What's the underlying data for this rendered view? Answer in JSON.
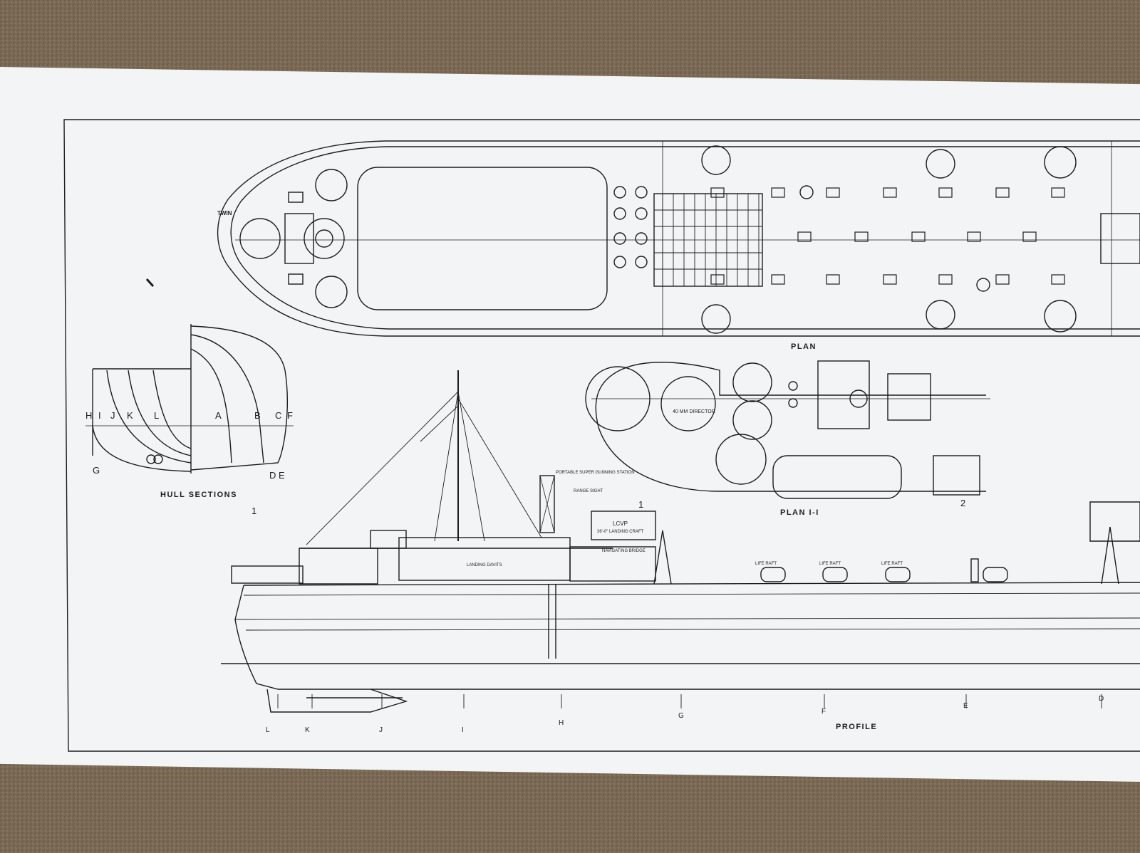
{
  "drawing": {
    "plan_title": "PLAN",
    "plan1_title": "PLAN I-I",
    "hull_sections_title": "HULL SECTIONS",
    "profile_title": "PROFILE",
    "bow_label": "TWIN",
    "director_label": "40 MM DIRECTOR",
    "lcvp_label": "LCVP",
    "lcvp_sub": "36'-0\" LANDING CRAFT",
    "nav_bridge": "NAVIGATING BRIDGE",
    "super_gunning": "PORTABLE SUPER GUNNING STATION",
    "range_sight": "RANGE SIGHT",
    "life_raft": "LIFE RAFT",
    "landing_davits": "LANDING DAVITS",
    "hull_letters_top": [
      "H",
      "I",
      "J",
      "K",
      "L",
      "A",
      "B",
      "C",
      "F"
    ],
    "hull_letters_bottom": [
      "G",
      "D",
      "E"
    ],
    "profile_stations": [
      "L",
      "K",
      "J",
      "I",
      "H",
      "G",
      "F",
      "E",
      "D"
    ],
    "section_marks": [
      "1",
      "1",
      "2"
    ]
  },
  "colors": {
    "paper": "#f3f4f6",
    "ink": "#1d1d1d",
    "carpet": "#7b6a55"
  }
}
